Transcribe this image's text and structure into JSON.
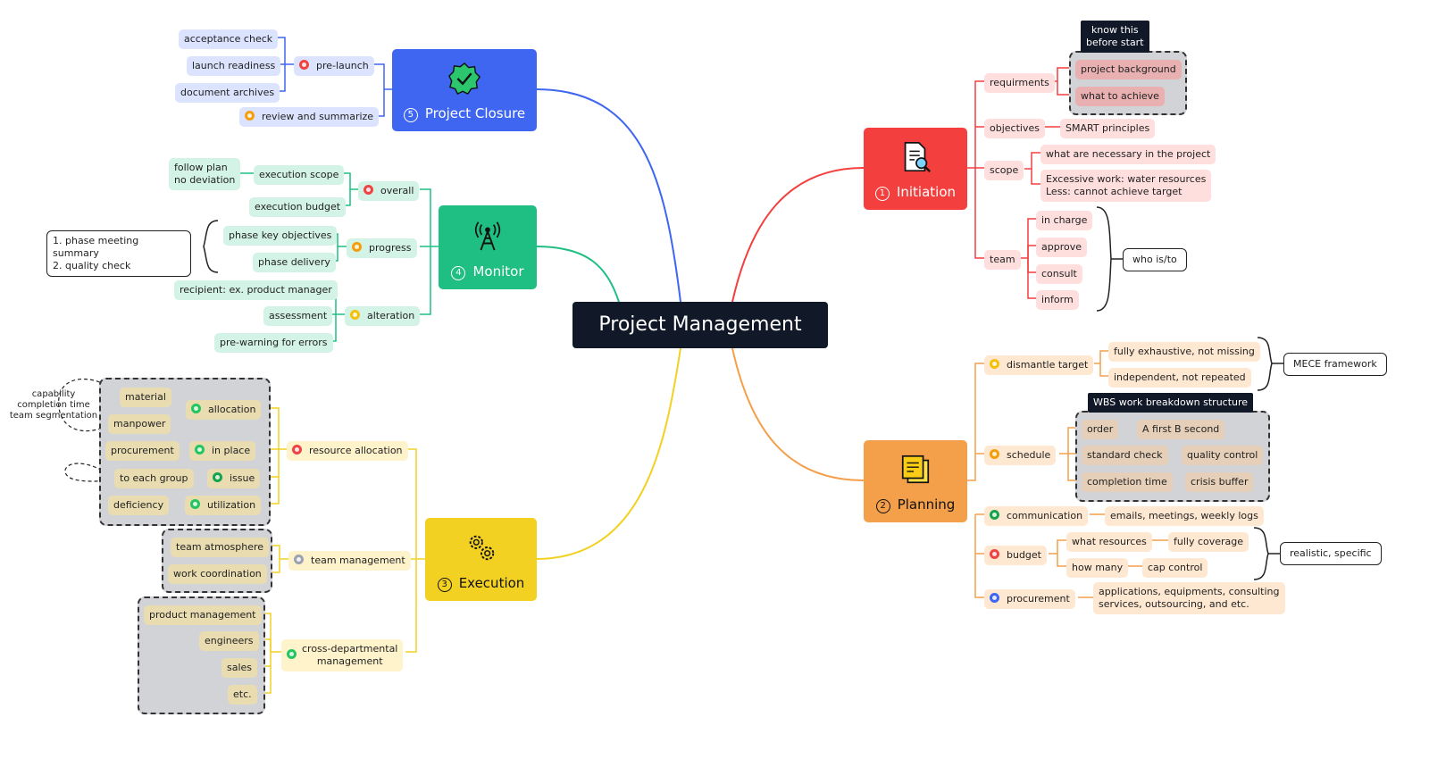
{
  "central": "Project Management",
  "colors": {
    "closure": "#3f66f1",
    "monitor": "#1fbf84",
    "execution": "#f2d123",
    "initiation": "#f43f3f",
    "planning": "#f4a04b"
  },
  "branches": {
    "closure": {
      "num": "5",
      "title": "Project Closure",
      "icon": "verified-badge-icon",
      "pre_launch": "pre-launch",
      "pre_launch_items": [
        "acceptance check",
        "launch readiness",
        "document archives"
      ],
      "review": "review and summarize"
    },
    "monitor": {
      "num": "4",
      "title": "Monitor",
      "icon": "signal-tower-icon",
      "overall": "overall",
      "overall_items": [
        "execution scope",
        "execution budget"
      ],
      "follow_plan": "follow plan\nno deviation",
      "progress": "progress",
      "progress_items": [
        "phase key objectives",
        "phase delivery"
      ],
      "progress_note": "1. phase meeting summary\n2. quality check",
      "alteration": "alteration",
      "alteration_items": [
        "recipient: ex. product manager",
        "assessment",
        "pre-warning for errors"
      ]
    },
    "execution": {
      "num": "3",
      "title": "Execution",
      "icon": "gears-icon",
      "resource_allocation": "resource allocation",
      "allocation": "allocation",
      "allocation_items": [
        "material",
        "manpower"
      ],
      "in_place": "in place",
      "in_place_item": "procurement",
      "issue": "issue",
      "issue_item": "to each group",
      "utilization": "utilization",
      "utilization_item": "deficiency",
      "capability_note": "capability\ncompletion time\nteam segmentation",
      "team_management": "team management",
      "team_items": [
        "team atmosphere",
        "work coordination"
      ],
      "cross_dept": "cross-departmental\nmanagement",
      "cross_items": [
        "product management",
        "engineers",
        "sales",
        "etc."
      ]
    },
    "initiation": {
      "num": "1",
      "title": "Initiation",
      "icon": "document-search-icon",
      "requirements": "requirments",
      "requirements_items": [
        "project background",
        "what to achieve"
      ],
      "know_this": "know this\nbefore start",
      "objectives": "objectives",
      "objectives_item": "SMART principles",
      "scope": "scope",
      "scope_items": [
        "what are necessary in the project",
        "Excessive work: water resources\nLess: cannot achieve target"
      ],
      "team": "team",
      "team_items": [
        "in charge",
        "approve",
        "consult",
        "inform"
      ],
      "who_note": "who is/to"
    },
    "planning": {
      "num": "2",
      "title": "Planning",
      "icon": "sticky-notes-icon",
      "dismantle": "dismantle target",
      "dismantle_items": [
        "fully exhaustive, not missing",
        "independent, not repeated"
      ],
      "mece": "MECE framework",
      "schedule": "schedule",
      "wbs": "WBS work breakdown structure",
      "schedule_items": [
        "order",
        "standard check",
        "completion time"
      ],
      "schedule_subitems": [
        "A first B second",
        "quality control",
        "crisis buffer"
      ],
      "communication": "communication",
      "communication_item": "emails, meetings, weekly logs",
      "budget": "budget",
      "budget_items": [
        "what resources",
        "how many"
      ],
      "budget_subitems": [
        "fully coverage",
        "cap control"
      ],
      "realistic": "realistic, specific",
      "procurement": "procurement",
      "procurement_item": "applications, equipments, consulting\nservices, outsourcing, and etc."
    }
  }
}
